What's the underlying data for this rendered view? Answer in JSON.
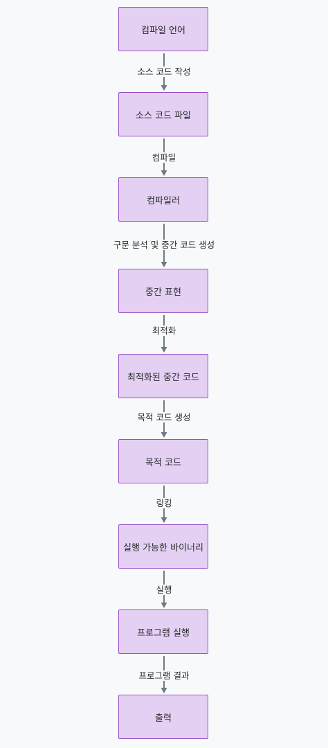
{
  "nodes": [
    {
      "label": "컴파일 언어"
    },
    {
      "label": "소스 코드 파일"
    },
    {
      "label": "컴파일러"
    },
    {
      "label": "중간 표현"
    },
    {
      "label": "최적화된 중간 코드"
    },
    {
      "label": "목적 코드"
    },
    {
      "label": "실행 가능한 바이너리"
    },
    {
      "label": "프로그램 실행"
    },
    {
      "label": "출력"
    }
  ],
  "edges": [
    {
      "label": "소스 코드 작성"
    },
    {
      "label": "컴파일"
    },
    {
      "label": "구문 분석 및 중간 코드 생성"
    },
    {
      "label": "최적화"
    },
    {
      "label": "목적 코드 생성"
    },
    {
      "label": "링킹"
    },
    {
      "label": "실행"
    },
    {
      "label": "프로그램 결과"
    }
  ],
  "colors": {
    "node_fill": "#e3d0f3",
    "node_border": "#9a4fc7",
    "arrow": "#6b7a86",
    "background": "#f8f9fa"
  }
}
